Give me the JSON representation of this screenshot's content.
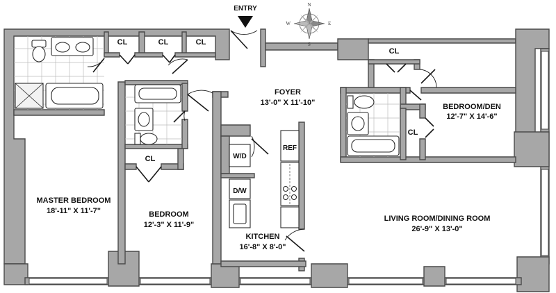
{
  "entry_label": "ENTRY",
  "compass": {
    "n": "N",
    "s": "S",
    "e": "E",
    "w": "W"
  },
  "rooms": {
    "master_bedroom": {
      "name": "MASTER BEDROOM",
      "dimensions": "18'-11\" X 11'-7\""
    },
    "bedroom": {
      "name": "BEDROOM",
      "dimensions": "12'-3\" X 11'-9\""
    },
    "foyer": {
      "name": "FOYER",
      "dimensions": "13'-0\" X 11'-10\""
    },
    "bedroom_den": {
      "name": "BEDROOM/DEN",
      "dimensions": "12'-7\" X 14'-6\""
    },
    "kitchen": {
      "name": "KITCHEN",
      "dimensions": "16'-8\" X 8'-0\""
    },
    "living_dining": {
      "name": "LIVING ROOM/DINING ROOM",
      "dimensions": "26'-9\" X 13'-0\""
    }
  },
  "closets": {
    "cl1": "CL",
    "cl2": "CL",
    "cl3": "CL",
    "cl4": "CL",
    "cl5": "CL",
    "cl6": "CL"
  },
  "appliances": {
    "wd": "W/D",
    "ref": "REF",
    "dw": "D/W"
  },
  "colors": {
    "wall": "#a7a7a7",
    "outline": "#4a4a4a"
  }
}
